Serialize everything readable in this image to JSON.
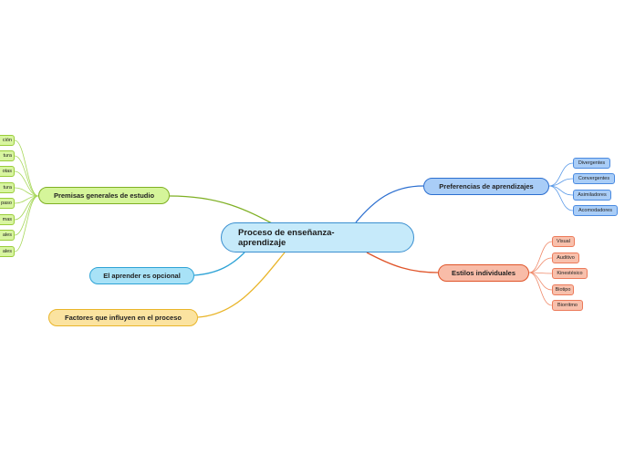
{
  "central": {
    "line1": "Proceso de enseñanza-",
    "line2": "aprendizaje"
  },
  "branches": {
    "premisas": {
      "label": "Premisas generales de estudio",
      "color": "#7fb024"
    },
    "aprender": {
      "label": "El aprender es opcional",
      "color": "#2ea3d6"
    },
    "factores": {
      "label": "Factores que influyen en el proceso",
      "color": "#e9b52a"
    },
    "preferencias": {
      "label": "Preferencias de aprendizajes",
      "color": "#2c6fd0"
    },
    "estilos": {
      "label": "Estilos individuales",
      "color": "#e0552a"
    }
  },
  "premisas_items": [
    "ción",
    "tura",
    "otas",
    "tura",
    "paso",
    "mas",
    "ales",
    "ales"
  ],
  "preferencias_items": [
    "Divergentes",
    "Convergentes",
    "Asimiladores",
    "Acomodadores"
  ],
  "estilos_items": [
    "Visual",
    "Auditivo",
    "Kinestésico",
    "Biotipo",
    "Biorritmo"
  ]
}
